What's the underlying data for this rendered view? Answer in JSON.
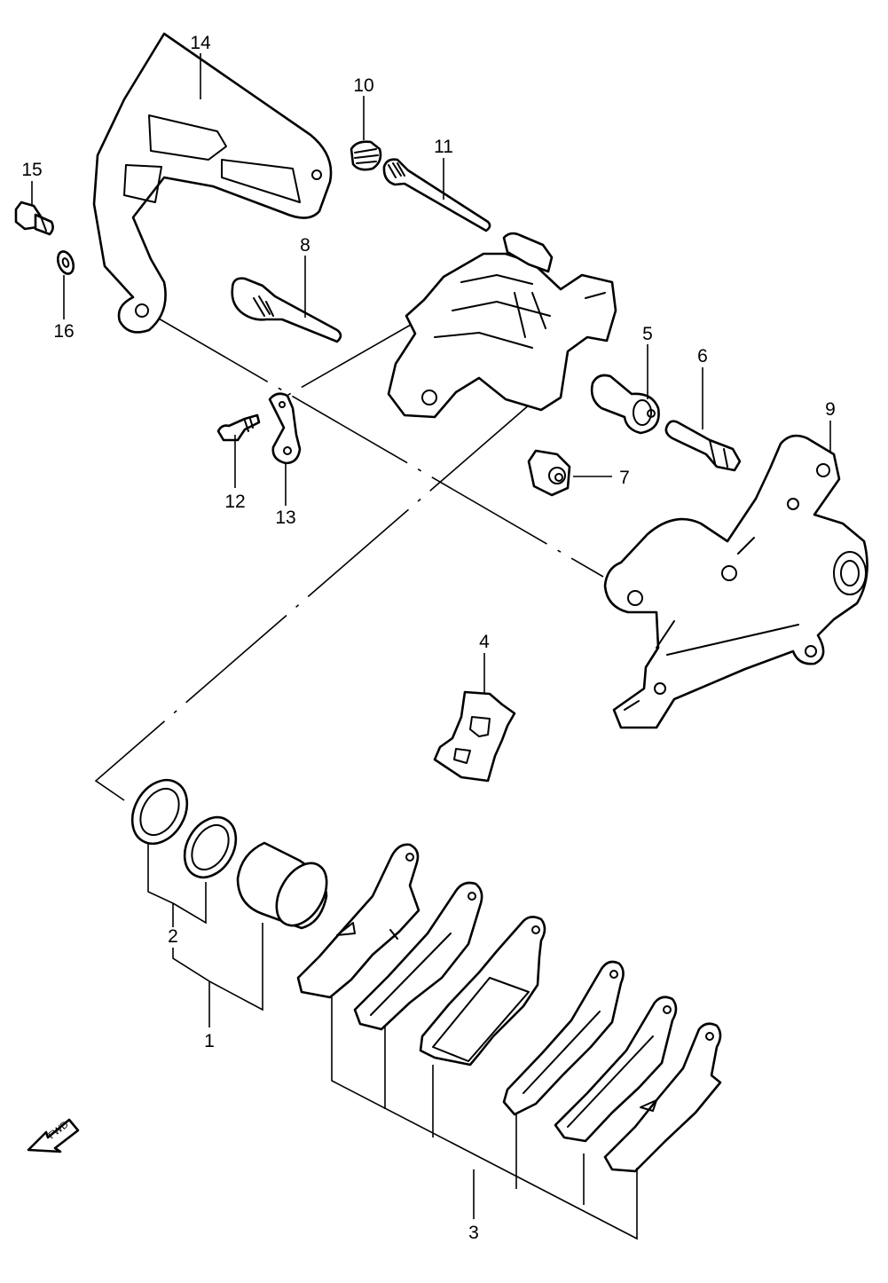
{
  "figure": {
    "callouts": {
      "c1": "1",
      "c2": "2",
      "c3": "3",
      "c4": "4",
      "c5": "5",
      "c6": "6",
      "c7": "7",
      "c8": "8",
      "c9": "9",
      "c10": "10",
      "c11": "11",
      "c12": "12",
      "c13": "13",
      "c14": "14",
      "c15": "15",
      "c16": "16"
    },
    "direction_marker": "FWD"
  }
}
